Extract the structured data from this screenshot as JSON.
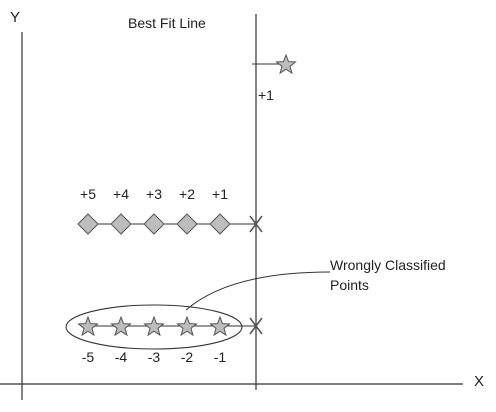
{
  "diagram": {
    "axis_y_label": "Y",
    "axis_x_label": "X",
    "best_fit_label": "Best Fit Line",
    "annotation_label_line1": "Wrongly Classified",
    "annotation_label_line2": "Points",
    "outlier_label": "+1",
    "diamond_labels": [
      "+5",
      "+4",
      "+3",
      "+2",
      "+1"
    ],
    "star_labels": [
      "-5",
      "-4",
      "-3",
      "-2",
      "-1"
    ],
    "colors": {
      "line": "#333333",
      "marker_fill": "#bdbdbd",
      "marker_stroke": "#555555"
    }
  }
}
